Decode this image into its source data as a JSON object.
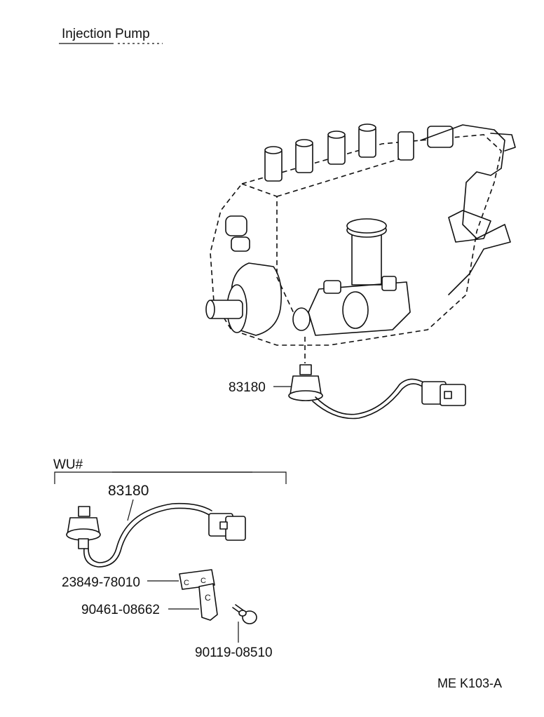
{
  "title": "Injection Pump",
  "group_label": "WU#",
  "drawing_code": "ME K103-A",
  "callouts": {
    "upper_sensor": "83180",
    "lower_sensor": "83180",
    "bracket": "23849-78010",
    "clamp": "90461-08662",
    "bolt": "90119-08510"
  }
}
